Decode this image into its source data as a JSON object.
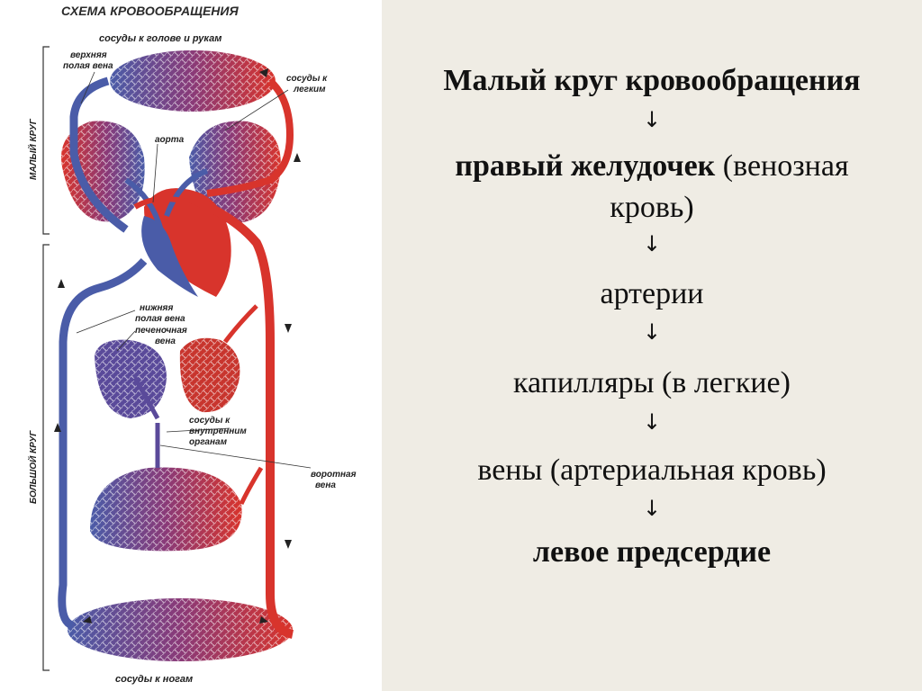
{
  "diagram": {
    "title": "СХЕМА КРОВООБРАЩЕНИЯ",
    "labels": {
      "head_vessels": "сосуды к голове и рукам",
      "sup_vena_line1": "верхняя",
      "sup_vena_line2": "полая вена",
      "lung_vessels_line1": "сосуды к",
      "lung_vessels_line2": "легким",
      "aorta": "аорта",
      "inf_vena_line1": "нижняя",
      "inf_vena_line2": "полая вена",
      "hepatic_line1": "печеночная",
      "hepatic_line2": "вена",
      "organ_vessels_line1": "сосуды к",
      "organ_vessels_line2": "внутренним",
      "organ_vessels_line3": "органам",
      "portal_line1": "воротная",
      "portal_line2": "вена",
      "leg_vessels": "сосуды к ногам",
      "small_circle": "МАЛЫЙ КРУГ",
      "big_circle": "БОЛЬШОЙ КРУГ"
    },
    "colors": {
      "arterial": "#d8342c",
      "venous": "#4a5ca8",
      "mixed": "#8a3a78"
    }
  },
  "flow": {
    "title": "Малый круг кровообращения",
    "arrow": "↓",
    "step1_bold": "правый желудочек",
    "step1_rest_a": " (венозная",
    "step1_rest_b": "кровь)",
    "step2": "артерии",
    "step3": "капилляры (в легкие)",
    "step4": "вены (артериальная кровь)",
    "step5": "левое предсердие"
  }
}
